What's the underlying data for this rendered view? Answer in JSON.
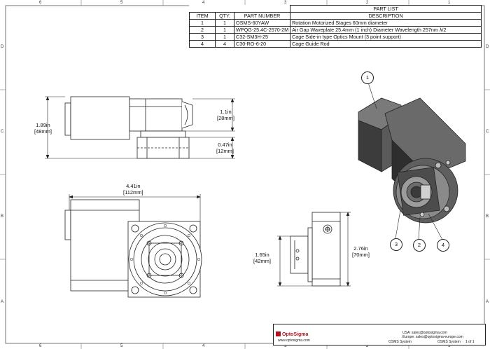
{
  "sheet": {
    "zones_top": [
      "6",
      "5",
      "4",
      "3",
      "2",
      "1"
    ],
    "zones_bottom": [
      "6",
      "5",
      "4",
      "3",
      "2",
      "1"
    ],
    "zones_left": [
      "D",
      "C",
      "B",
      "A"
    ],
    "zones_right": [
      "D",
      "C",
      "B",
      "A"
    ]
  },
  "parts_list": {
    "title": "PART LIST",
    "headers": [
      "ITEM",
      "QTY.",
      "PART NUMBER",
      "DESCRIPTION"
    ],
    "rows": [
      {
        "item": "1",
        "qty": "1",
        "part_number": "OSMS-60YAW",
        "description": "Rotation Motorized Stages 60mm diameter"
      },
      {
        "item": "2",
        "qty": "1",
        "part_number": "WPQG-25.4C-2570-2M",
        "description": "Air Gap Waveplate 25.4mm (1 inch) Diameter Wavelength 257nm λ/2"
      },
      {
        "item": "3",
        "qty": "1",
        "part_number": "C32-SM3H-25",
        "description": "Cage Side-in type Optics Mount (3 point support)"
      },
      {
        "item": "4",
        "qty": "4",
        "part_number": "C30-RO-6-20",
        "description": "Cage Guide Rod"
      }
    ]
  },
  "dimensions": {
    "height_total": {
      "in": "1.89in",
      "mm": "[48mm]"
    },
    "height_upper": {
      "in": "1.1in",
      "mm": "[28mm]"
    },
    "height_lower": {
      "in": "0.47in",
      "mm": "[12mm]"
    },
    "width_total": {
      "in": "4.41in",
      "mm": "[112mm]"
    },
    "side_offset": {
      "in": "1.65in",
      "mm": "[42mm]"
    },
    "side_height": {
      "in": "2.76in",
      "mm": "[70mm]"
    }
  },
  "balloons": [
    "1",
    "3",
    "2",
    "4"
  ],
  "title_block": {
    "company": "OptoSigma",
    "website": "www.optosigma.com",
    "contact_usa": "USA: sales@optosigma.com",
    "contact_europe": "Europe: sales@optosigma-europe.com",
    "drawing_name": "OSMS System",
    "title": "OSMS System",
    "sheet": "1 of 1"
  }
}
